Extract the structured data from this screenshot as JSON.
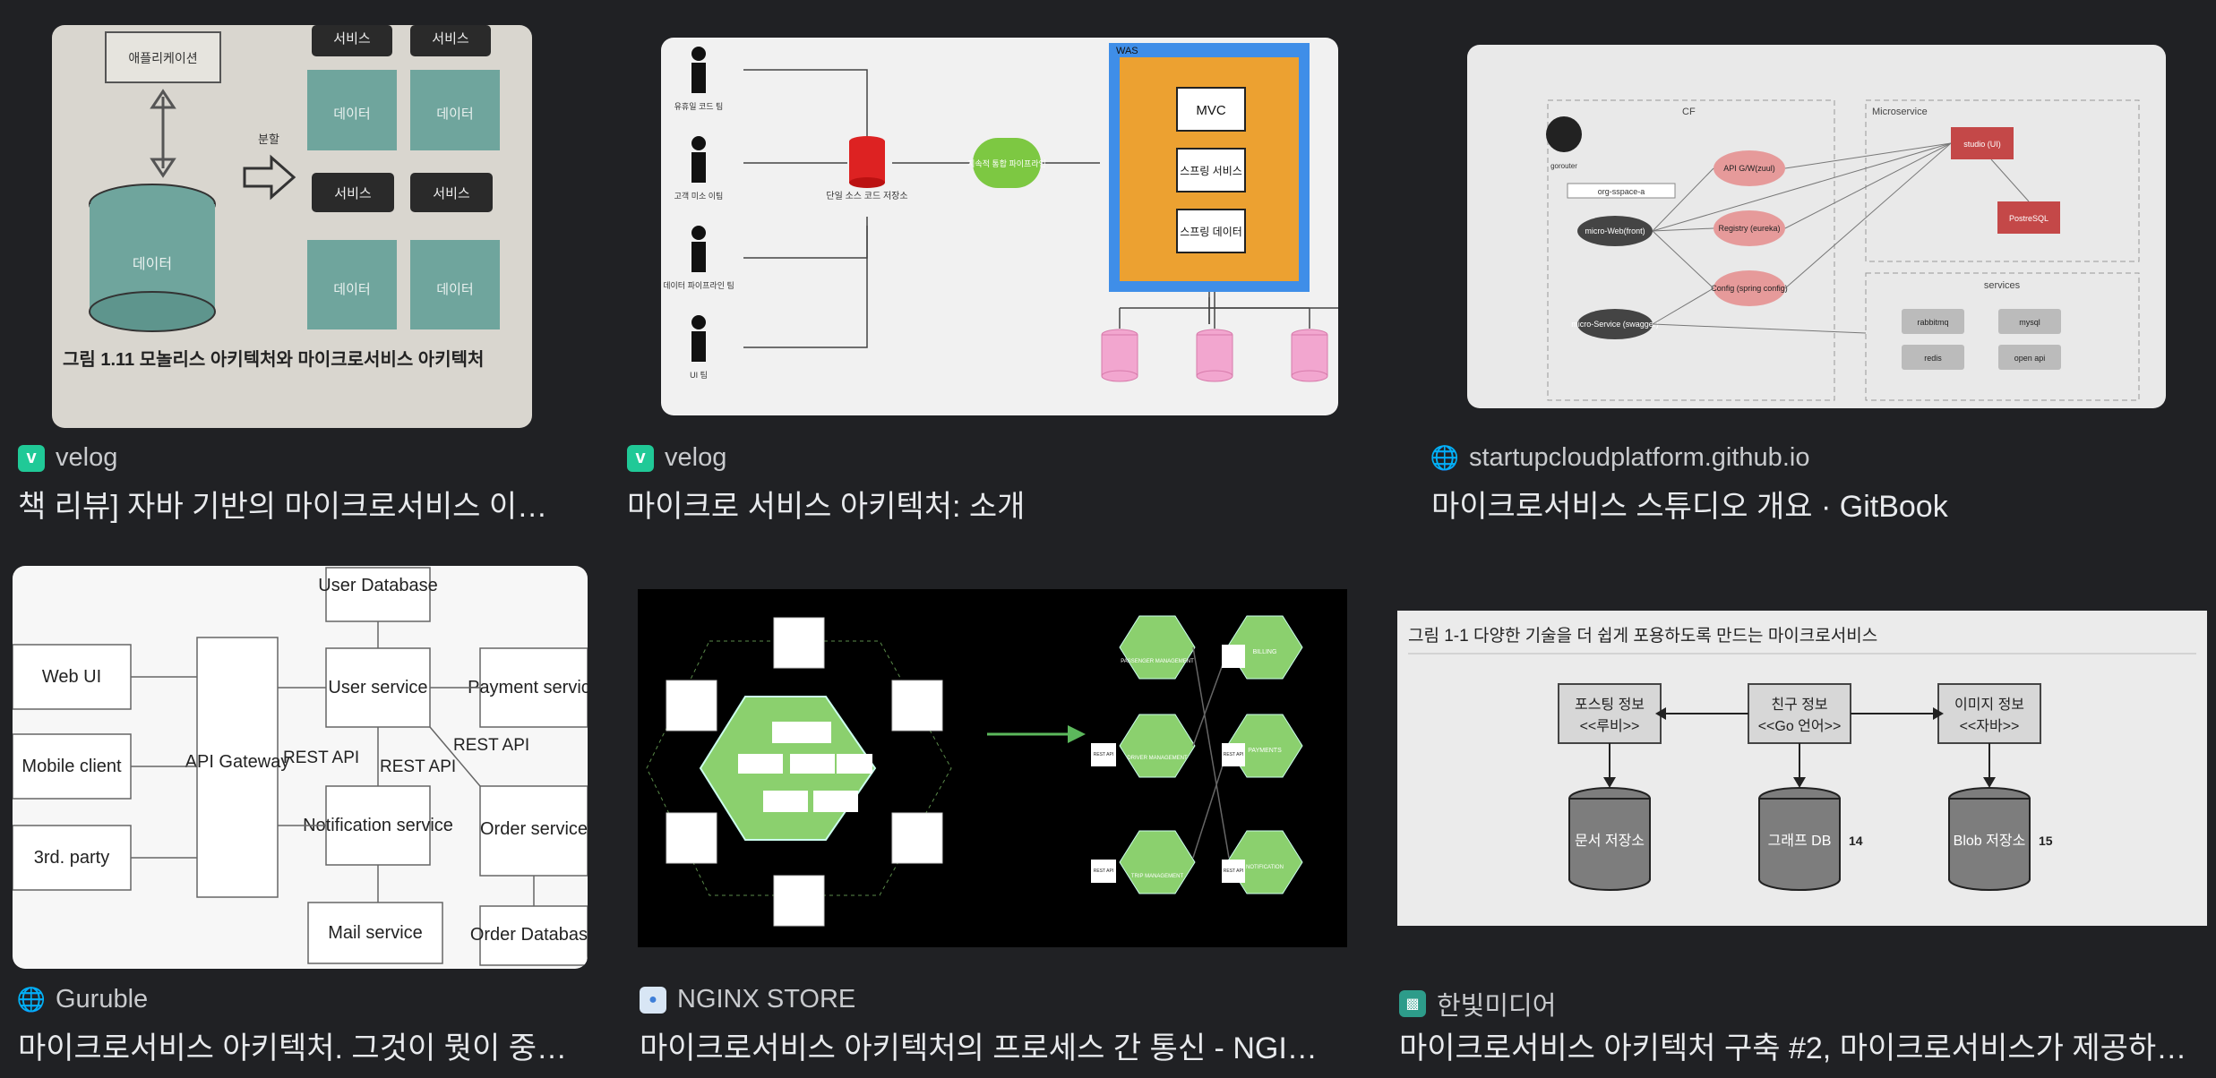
{
  "results": [
    {
      "source": "velog",
      "favicon": "velog-icon",
      "title": "책 리뷰] 자바 기반의 마이크로서비스 이해...",
      "img": {
        "caption": "그림 1.11 모놀리스 아키텍처와 마이크로서비스 아키텍처",
        "app": "애플리케이션",
        "data": "데이터",
        "service": "서비스",
        "split": "분할"
      }
    },
    {
      "source": "velog",
      "favicon": "velog-icon",
      "title": "마이크로 서비스 아키텍처: 소개",
      "img": {
        "was": "WAS",
        "mvc": "MVC",
        "svc": "스프링 서비스",
        "dat": "스프링 데이터",
        "repo": "단일 소스 코드 저장소",
        "pipe": "지속적 통합 파이프라인",
        "teams": [
          "유휴일 코드 팀",
          "고객 미소 이팀",
          "데이터 파이프라인 팀",
          "UI 팀"
        ]
      }
    },
    {
      "source": "startupcloudplatform.github.io",
      "favicon": "globe-icon",
      "title": "마이크로서비스 스튜디오 개요 · GitBook",
      "img": {
        "cf": "CF",
        "micro": "Microservice",
        "services": "services",
        "studio": "studio (UI)",
        "pg": "PostreSQL",
        "api": "API G/W(zuul)",
        "registry": "Registry (eureka)",
        "config": "Config (spring config)",
        "web": "micro-Web(front)",
        "swagger": "micro-Service (swagger)",
        "rabbit": "rabbitmq",
        "mysql": "mysql",
        "redis": "redis",
        "openapi": "open api",
        "gorouter": "gorouter",
        "space": "org-sspace-a"
      }
    },
    {
      "source": "Guruble",
      "favicon": "globe-icon",
      "title": "마이크로서비스 아키텍처. 그것이 뭣이 중헌...",
      "img": {
        "userdb": "User Database",
        "webui": "Web UI",
        "mobile": "Mobile client",
        "third": "3rd. party",
        "gateway": "API Gateway",
        "user": "User service",
        "notif": "Notification service",
        "mail": "Mail service",
        "payment": "Payment service",
        "order": "Order service",
        "orderdb": "Order Database",
        "rest": "REST API"
      }
    },
    {
      "source": "NGINX STORE",
      "favicon": "nginx-icon",
      "title": "마이크로서비스 아키텍처의 프로세스 간 통신 - NGIN...",
      "img": {
        "passenger": "PASSENGER MANAGEMENT",
        "billing": "BILLING",
        "driver": "DRIVER MANAGEMENT",
        "payments": "PAYMENTS",
        "trip": "TRIP MANAGEMENT",
        "notification": "NOTIFICATION",
        "rest": "REST API"
      }
    },
    {
      "source": "한빛미디어",
      "favicon": "hanbit-icon",
      "title": "마이크로서비스 아키텍처 구축 #2, 마이크로서비스가 제공하는...",
      "img": {
        "caption": "그림 1-1 다양한 기술을 더 쉽게 포용하도록 만드는 마이크로서비스",
        "post": "포스팅 정보",
        "postlang": "<<루비>>",
        "friend": "친구 정보",
        "friendlang": "<<Go 언어>>",
        "image": "이미지 정보",
        "imagelang": "<<자바>>",
        "doc": "문서 저장소",
        "graph": "그래프 DB",
        "blob": "Blob 저장소",
        "n14": "14",
        "n15": "15"
      }
    }
  ],
  "colors": {
    "bg": "#202124",
    "velog": "#20c997",
    "hanbit": "#2d9c8a",
    "nginx": "#3e7ed8"
  }
}
